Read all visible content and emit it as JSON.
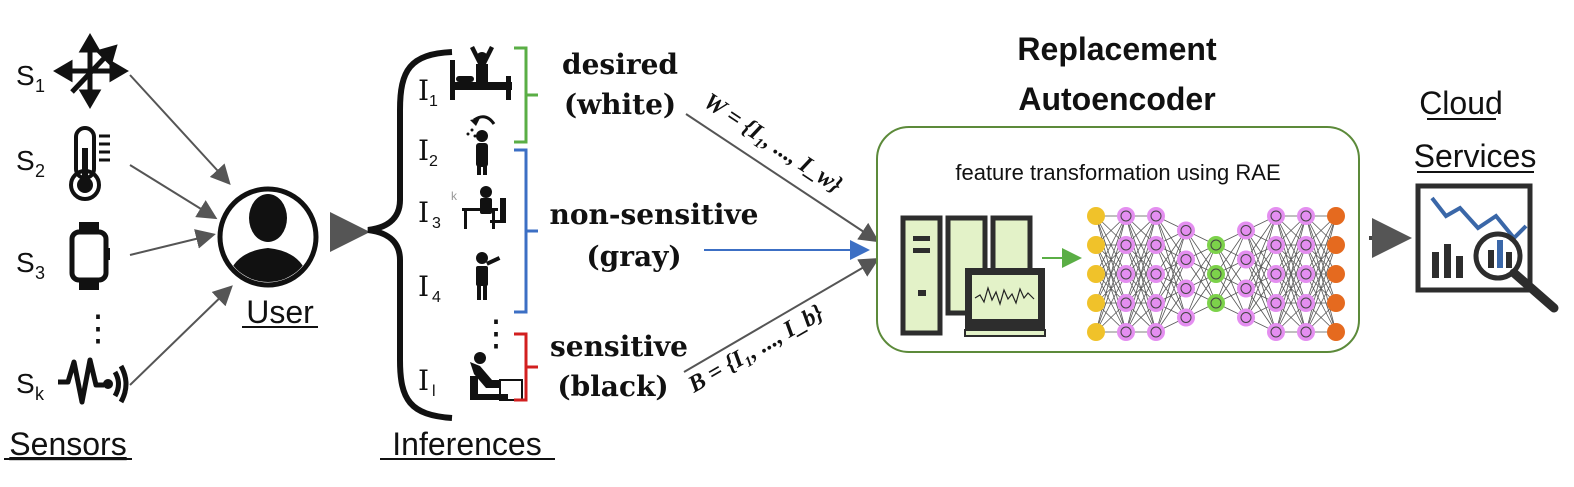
{
  "sensors": {
    "items": [
      {
        "label": "S",
        "sub": "1"
      },
      {
        "label": "S",
        "sub": "2"
      },
      {
        "label": "S",
        "sub": "3"
      },
      {
        "label": "S",
        "sub": "k"
      }
    ],
    "ellipsis": "⋮",
    "caption": "Sensors"
  },
  "user": {
    "caption": "User"
  },
  "inferences": {
    "items": [
      {
        "label": "I",
        "sub": "1"
      },
      {
        "label": "I",
        "sub": "2"
      },
      {
        "label": "I",
        "sub": "3"
      },
      {
        "label": "I",
        "sub": "4"
      },
      {
        "label": "I",
        "sub": "l"
      }
    ],
    "ellipsis": "⋮",
    "caption": "Inferences"
  },
  "categories": {
    "desired": [
      "desired",
      "(white)"
    ],
    "nonsensitive": [
      "non-sensitive",
      "(gray)"
    ],
    "sensitive": [
      "sensitive",
      "(black)"
    ]
  },
  "sets": {
    "white": "W = {I₁, ..., I_w}",
    "black": "B = {I₁, ..., I_b}"
  },
  "rae": {
    "title": [
      "Replacement",
      "Autoencoder"
    ],
    "subtitle": "feature transformation using RAE"
  },
  "cloud": {
    "caption": [
      "Cloud",
      "Services"
    ]
  },
  "colors": {
    "desired_bracket": "#5aae45",
    "nonsensitive_bracket": "#3c6fc4",
    "sensitive_bracket": "#d21f1f",
    "box_border": "#5c8a3a",
    "input_node": "#f0c22a",
    "hidden_node": "#e48ef0",
    "code_node": "#7cd24a",
    "output_node": "#e56a1f"
  }
}
